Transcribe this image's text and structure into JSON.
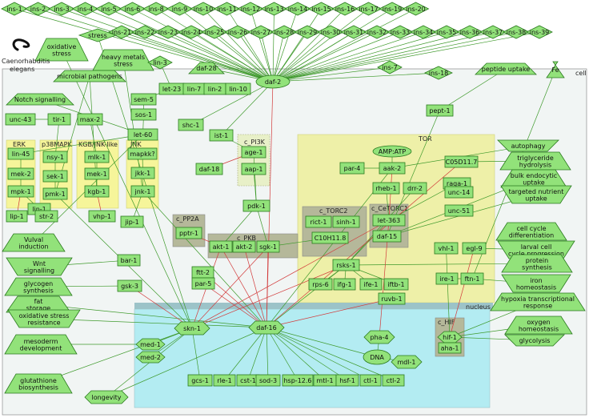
{
  "organism": {
    "line1": "Caenorhabditis",
    "line2": "elegans"
  },
  "compartments": {
    "cell": "cell",
    "tor": "TOR",
    "nucleus": "nucleus"
  },
  "complexes": {
    "erk": "ERK",
    "p38": "p38MAPK",
    "kgb": "KGB/JNK-like",
    "jnk": "JNK",
    "pi3k": "c_PI3K",
    "pp2a": "c_PP2A",
    "pkb": "c_PKB",
    "torc2": "c_TORC2",
    "cetorc1": "c_CeTORC1",
    "hif": "c_HIF"
  },
  "ins_row1": [
    "ins-1",
    "ins-2",
    "ins-3",
    "ins-4",
    "ins-5",
    "ins-6",
    "ins-8",
    "ins-9",
    "ins-10",
    "ins-11",
    "ins-12",
    "ins-13",
    "ins-14",
    "ins-15",
    "ins-16",
    "ins-17",
    "ins-19",
    "ins-20"
  ],
  "ins_row2": [
    "ins-21",
    "ins-22",
    "ins-23",
    "ins-24",
    "ins-25",
    "ins-26",
    "ins-27",
    "ins-28",
    "ins-29",
    "ins-30",
    "ins-31",
    "ins-32",
    "ins-33",
    "ins-34",
    "ins-35",
    "ins-36",
    "ins-37",
    "ins-38",
    "ins-39"
  ],
  "inputs": {
    "stress": "stress",
    "oxidative_stress": "oxidative stress",
    "heavy_metals": "heavy metals stress",
    "microbial": "microbial pathogens",
    "notch": "Notch signalling",
    "lin3": "lin-3",
    "daf28": "daf-28",
    "ins7": "ins-7",
    "ins18": "ins-18",
    "peptide": "peptide uptake",
    "fe": "Fe",
    "ampatp": "AMP:ATP"
  },
  "genes": {
    "daf2": "daf-2",
    "let23": "let-23",
    "lin7": "lin-7",
    "lin2": "lin-2",
    "lin10": "lin-10",
    "sem5": "sem-5",
    "sos1": "sos-1",
    "let60": "let-60",
    "unc43": "unc-43",
    "tir1": "tir-1",
    "max2": "max-2",
    "lin45": "lin-45",
    "mek2": "mek-2",
    "mpk1": "mpk-1",
    "lip1": "lip-1",
    "lin1": "lin-1",
    "nsy1": "nsy-1",
    "sek1": "sek-1",
    "pmk1": "pmk-1",
    "str2": "str-2",
    "mlk1": "mlk-1",
    "mek1": "mek-1",
    "kgb1": "kgb-1",
    "vhp1": "vhp-1",
    "mapkk": "mapkk?",
    "jkk1": "jkk-1",
    "jnk1": "jnk-1",
    "jip1": "jip-1",
    "shc1": "shc-1",
    "ist1": "ist-1",
    "age1": "age-1",
    "aap1": "aap-1",
    "daf18": "daf-18",
    "pdk1": "pdk-1",
    "pptr1": "pptr-1",
    "akt1": "akt-1",
    "akt2": "akt-2",
    "sgk1": "sgk-1",
    "par4": "par-4",
    "aak2": "aak-2",
    "rheb1": "rheb-1",
    "drr2": "drr-2",
    "rict1": "rict-1",
    "sinh1": "sinh-1",
    "c10h": "C10H11.8",
    "let363": "let-363",
    "daf15": "daf-15",
    "c05d": "C05D11.7",
    "raga1": "raga-1",
    "pept1": "pept-1",
    "unc14": "unc-14",
    "unc51": "unc-51",
    "vhl1": "vhl-1",
    "egl9": "egl-9",
    "rsks1": "rsks-1",
    "rps6": "rps-6",
    "ifg1": "ifg-1",
    "ife1": "ife-1",
    "iftb1": "iftb-1",
    "ruvb1": "ruvb-1",
    "ire1": "ire-1",
    "ftn1": "ftn-1",
    "bar1": "bar-1",
    "gsk3": "gsk-3",
    "ftt2": "ftt-2",
    "par5": "par-5",
    "skn1": "skn-1",
    "daf16": "daf-16",
    "pha4": "pha-4",
    "dna": "DNA",
    "mdl1": "mdl-1",
    "hif1": "hif-1",
    "aha1": "aha-1",
    "med1": "med-1",
    "med2": "med-2",
    "gcs1": "gcs-1",
    "rle1": "rle-1",
    "cst1": "cst-1",
    "sod3": "sod-3",
    "hsp": "hsp-12.6",
    "mtl1": "mtl-1",
    "hsf1": "hsf-1",
    "ctl1": "ctl-1",
    "ctl2": "ctl-2"
  },
  "outputs": {
    "vulval": "Vulval induction",
    "wnt": "Wnt signalling",
    "glycogen": "glycogen synthesis",
    "fat": "fat storage",
    "oxres": "oxidative stress resistance",
    "mesoderm": "mesoderm development",
    "glutathione": "glutathione biosynthesis",
    "longevity": "longevity",
    "autophagy": "autophagy",
    "trigly": "triglyceride hydrolysis",
    "bulk": "bulk endocytic uptake",
    "nutrient": "targeted nutrient uptake",
    "cellcycle": "cell cycle differentiation",
    "larval": "larval cell cycle progression",
    "protein": "protein synthesis",
    "iron": "iron homeostasis",
    "hypoxia": "hypoxia transcriptional response",
    "oxygen": "oxygen homeostasis",
    "glycolysis": "glycolysis"
  },
  "colors": {
    "node": "#92e27a",
    "node_stroke": "#2a7a1e",
    "activation": "#3f9a2c",
    "inhibition": "#d23a3a",
    "complex": "#ffff99",
    "complex_dark": "#9a9a70",
    "tor": "#eef0a8",
    "nucleus": "#b3ecf2",
    "cell": "#f1f5f4"
  }
}
